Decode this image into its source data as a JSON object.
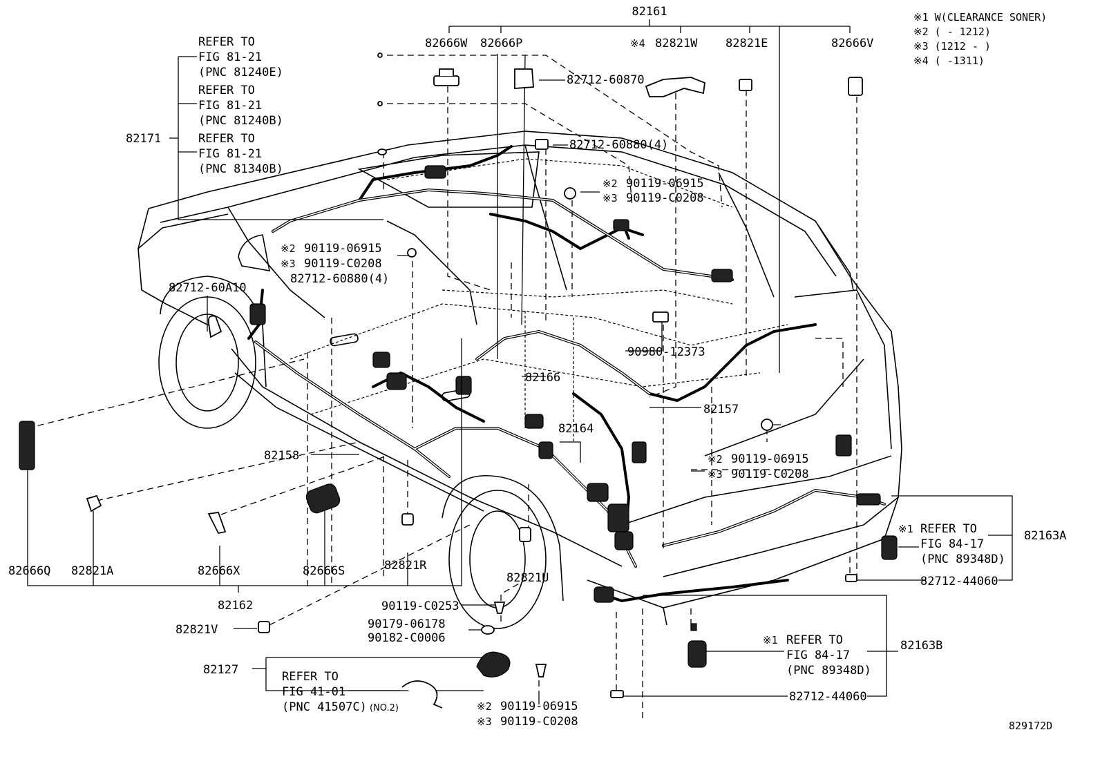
{
  "callouts": {
    "p82161": "82161",
    "p82666W": "82666W",
    "p82666P": "82666P",
    "note4_82821W": "※4",
    "p82821W": "82821W",
    "p82821E": "82821E",
    "p82666V": "82666V",
    "p82712_60870": "82712-60870",
    "p82712_60880_top": "82712-60880(4)",
    "n2_top": "※2",
    "b90119_06915_top": "90119-06915",
    "n3_top": "※3",
    "b90119_C0208_top": "90119-C0208",
    "p82171": "82171",
    "ref1_a": "REFER TO",
    "ref1_b": "FIG 81-21",
    "ref1_c": "(PNC 81240E)",
    "ref2_a": "REFER TO",
    "ref2_b": "FIG 81-21",
    "ref2_c": "(PNC 81240B)",
    "ref3_a": "REFER TO",
    "ref3_b": "FIG 81-21",
    "ref3_c": "(PNC 81340B)",
    "n2_left": "※2",
    "b90119_06915_left": "90119-06915",
    "n3_left": "※3",
    "b90119_C0208_left": "90119-C0208",
    "p82712_60880_left": "82712-60880(4)",
    "p82712_60A10": "82712-60A10",
    "p90980_12373": "90980-12373",
    "p82166": "82166",
    "p82157": "82157",
    "p82164": "82164",
    "p82158": "82158",
    "n2_right": "※2",
    "b90119_06915_right": "90119-06915",
    "n3_right": "※3",
    "b90119_C0208_right": "90119-C0208",
    "n1_a": "※1",
    "ref4_a": "REFER TO",
    "ref4_b": "FIG 84-17",
    "ref4_c": "(PNC 89348D)",
    "p82163A": "82163A",
    "p82712_44060_a": "82712-44060",
    "p82666Q": "82666Q",
    "p82821A": "82821A",
    "p82666X": "82666X",
    "p82666S": "82666S",
    "p82821R": "82821R",
    "p82821U": "82821U",
    "p82162": "82162",
    "p90119_C0253": "90119-C0253",
    "p90179_06178": "90179-06178",
    "p90182_C0006": "90182-C0006",
    "p82821V": "82821V",
    "p82127": "82127",
    "ref5_a": "REFER TO",
    "ref5_b": "FIG 41-01",
    "ref5_c": "(PNC 41507C)",
    "ref5_d": "(NO.2)",
    "n2_bottom": "※2",
    "b90119_06915_bottom": "90119-06915",
    "n3_bottom": "※3",
    "b90119_C0208_bottom": "90119-C0208",
    "n1_b": "※1",
    "ref6_a": "REFER TO",
    "ref6_b": "FIG 84-17",
    "ref6_c": "(PNC 89348D)",
    "p82163B": "82163B",
    "p82712_44060_b": "82712-44060"
  },
  "legend": {
    "l1": "※1 W(CLEARANCE SONER)",
    "l2": "※2 (     - 1212)",
    "l3": "※3 (1212 -     )",
    "l4": "※4 (     -1311)"
  },
  "figure_code": "829172D"
}
